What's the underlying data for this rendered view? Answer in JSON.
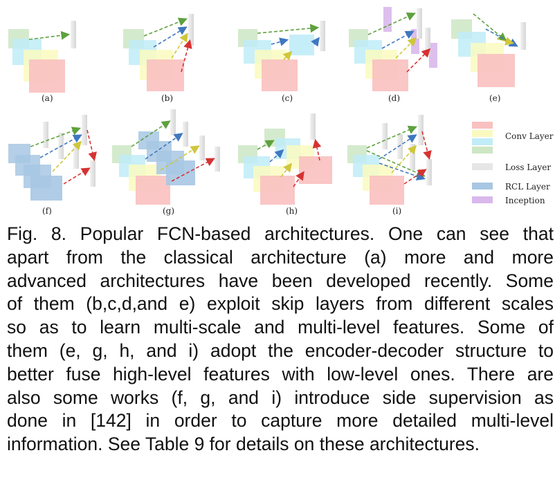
{
  "figure": {
    "subfigures": [
      {
        "label": "(a)"
      },
      {
        "label": "(b)"
      },
      {
        "label": "(c)"
      },
      {
        "label": "(d)"
      },
      {
        "label": "(e)"
      },
      {
        "label": "(f)"
      },
      {
        "label": "(g)"
      },
      {
        "label": "(h)"
      },
      {
        "label": "(i)"
      }
    ],
    "legend": {
      "conv": "Conv Layer",
      "loss": "Loss Layer",
      "rcl": "RCL Layer",
      "inception": "Inception"
    },
    "colors": {
      "conv_red": "#f9c0c0",
      "conv_yellow": "#fafac0",
      "conv_cyan": "#c0ecf8",
      "conv_green": "#cde6c4",
      "loss": "#e6e6e6",
      "rcl": "#a7c7e3",
      "inception": "#d9b8ec",
      "arrow_green": "#5ea13e",
      "arrow_blue": "#3f77c0",
      "arrow_yellow": "#cfc73a",
      "arrow_red": "#d63232"
    }
  },
  "caption": {
    "lines": [
      "Fig. 8.  Popular FCN-based architectures. One can see that",
      "apart from the classical architecture (a) more and more",
      "advanced architectures have been developed recently. Some",
      "of them (b,c,d,and e) exploit skip layers from different scales",
      "so as to learn multi-scale and multi-level features. Some of",
      "them (e, g, h, and i) adopt the encoder-decoder structure to",
      "better fuse high-level features with low-level ones. There are",
      "also some works (f, g, and i) introduce side supervision as",
      "done in [142] in order to capture more detailed multi-level",
      "information. See Table 9 for details on these architectures."
    ]
  }
}
